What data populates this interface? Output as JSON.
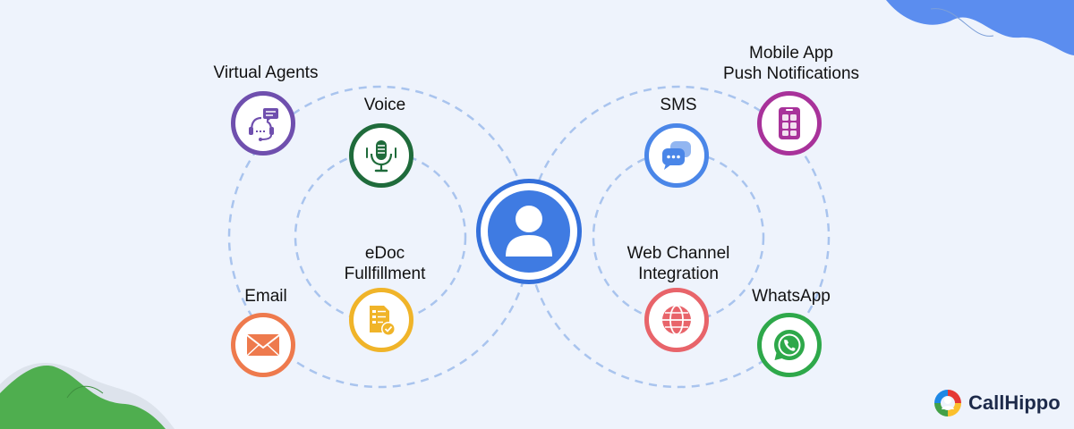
{
  "center": {
    "icon": "user-icon",
    "color": "#3470db"
  },
  "channels": [
    {
      "id": "virtual-agents",
      "label": "Virtual Agents",
      "icon": "headset-chat-icon",
      "color": "#6f4fae"
    },
    {
      "id": "voice",
      "label": "Voice",
      "icon": "microphone-icon",
      "color": "#1f6b3b"
    },
    {
      "id": "edoc",
      "label_line1": "eDoc",
      "label_line2": "Fullfillment",
      "icon": "document-check-icon",
      "color": "#f0b429"
    },
    {
      "id": "email",
      "label": "Email",
      "icon": "envelope-icon",
      "color": "#ee7a4d"
    },
    {
      "id": "sms",
      "label": "SMS",
      "icon": "chat-bubbles-icon",
      "color": "#4a86e8"
    },
    {
      "id": "mobile-app",
      "label_line1": "Mobile App",
      "label_line2": "Push Notifications",
      "icon": "mobile-grid-icon",
      "color": "#a8329a"
    },
    {
      "id": "web-channel",
      "label_line1": "Web Channel",
      "label_line2": "Integration",
      "icon": "globe-icon",
      "color": "#e8646a"
    },
    {
      "id": "whatsapp",
      "label": "WhatsApp",
      "icon": "whatsapp-icon",
      "color": "#2ea84a"
    }
  ],
  "brand": {
    "name": "CallHippo"
  }
}
